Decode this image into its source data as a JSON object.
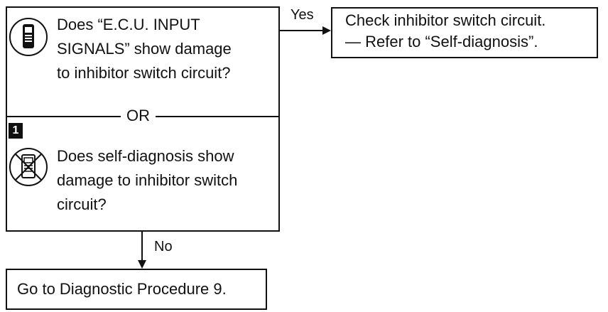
{
  "question_box": {
    "q1_lines": [
      "Does “E.C.U. INPUT",
      "SIGNALS” show damage",
      "to inhibitor switch circuit?"
    ],
    "or_label": "OR",
    "step_number": "1",
    "q2_lines": [
      "Does self-diagnosis show",
      "damage to inhibitor switch",
      "circuit?"
    ]
  },
  "yes_branch": {
    "label": "Yes",
    "lines": [
      "Check inhibitor switch circuit.",
      "— Refer to “Self-diagnosis”."
    ]
  },
  "no_branch": {
    "label": "No",
    "text": "Go to Diagnostic Procedure 9."
  },
  "icons": {
    "q1_icon": "consult-tester-icon",
    "q2_icon": "no-consult-tester-icon"
  }
}
